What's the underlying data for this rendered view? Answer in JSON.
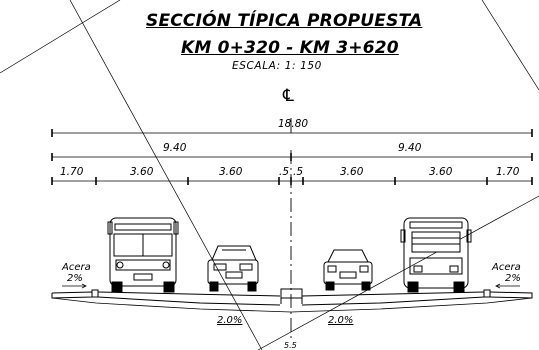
{
  "title": {
    "line1": "SECCIÓN TÍPICA PROPUESTA",
    "line2": "KM 0+320 - KM 3+620",
    "scale": "ESCALA: 1: 150"
  },
  "centerline_symbol": "℄",
  "dimensions": {
    "total": "18.80",
    "half_left": "9.40",
    "half_right": "9.40",
    "segments": [
      "1.70",
      "3.60",
      "3.60",
      ".5",
      ".5",
      "3.60",
      "3.60",
      "1.70"
    ]
  },
  "labels": {
    "sidewalk_left": "Acera",
    "sidewalk_left_slope": "2%",
    "sidewalk_right": "Acera",
    "sidewalk_right_slope": "2%",
    "crossfall_left": "2.0%",
    "crossfall_right": "2.0%",
    "centerline_bottom": "5.5"
  },
  "vehicles": [
    "bus-front",
    "suv-front",
    "suv-rear",
    "bus-rear"
  ],
  "colors": {
    "line": "#000000",
    "background": "#ffffff"
  }
}
